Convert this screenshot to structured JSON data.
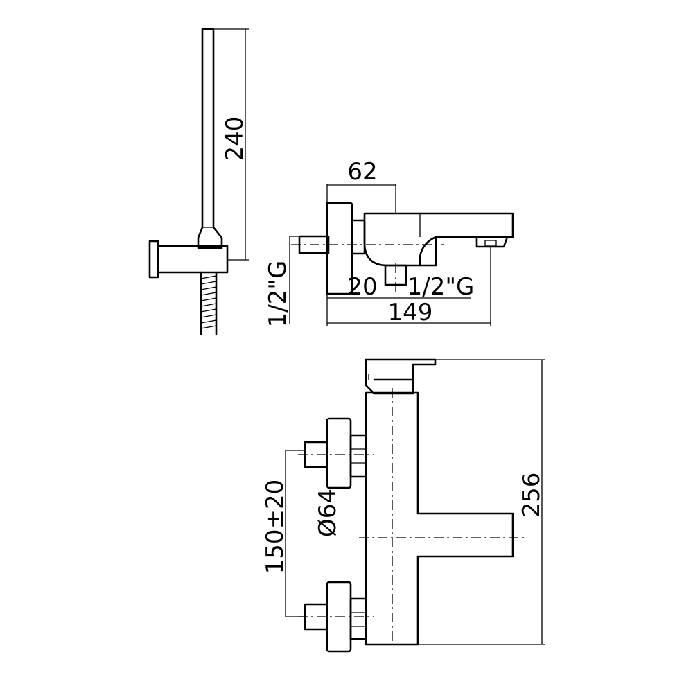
{
  "dimensions": {
    "hand_shower_length": "240",
    "body_depth": "62",
    "outlet_to_wall": "20",
    "outlet_thread": "1/2\"G",
    "inlet_thread": "1/2\"G",
    "overall_projection": "149",
    "flange_diameter": "Ø64",
    "inlet_centers": "150±20",
    "overall_height": "256"
  }
}
